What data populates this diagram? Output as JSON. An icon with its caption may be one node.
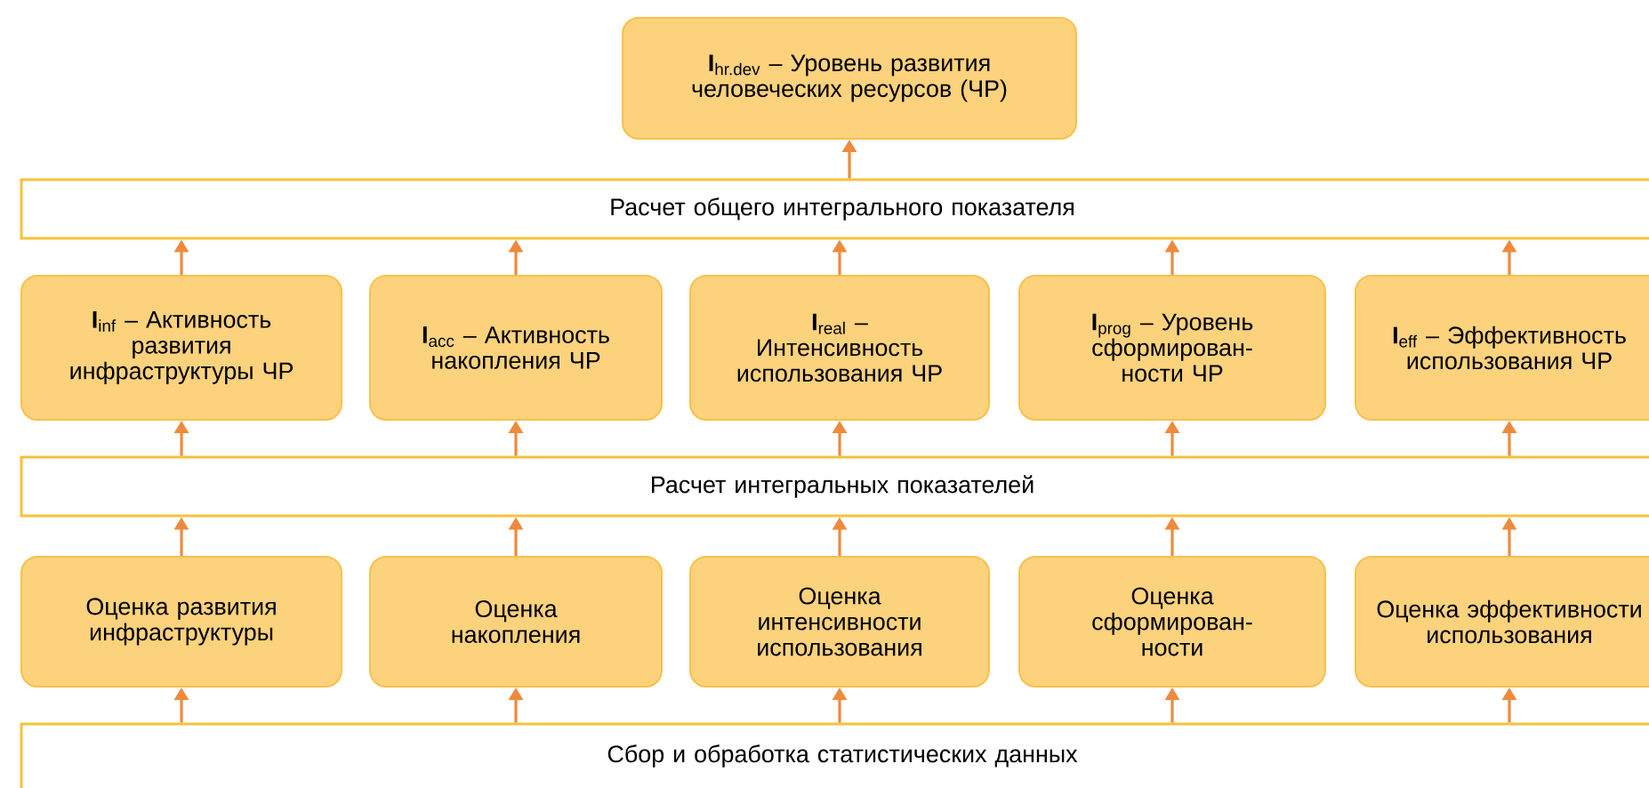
{
  "diagram": {
    "nodes": [
      {
        "text": [
          "**I**$_{hr.dev}$ – Уровень развития человеческих ресурсов (ЧР)"
        ]
      },
      {
        "text": [
          "Расчет общего интегрального показателя"
        ]
      },
      {
        "text": [
          "**I**$_{inf}$ – Активность развития инфраструктуры ЧР"
        ]
      },
      {
        "text": [
          "**I**$_{acc}$ – Активность накопления ЧР"
        ]
      },
      {
        "text": [
          "**I**$_{real}$ – Интенсивность использования ЧР"
        ]
      },
      {
        "text": [
          "**I**$_{prog}$ – Уровень сформирован- ности ЧР"
        ]
      },
      {
        "text": [
          "**I**$_{eff}$ – Эффективность использования ЧР"
        ]
      },
      {
        "text": [
          "Расчет интегральных показателей"
        ]
      },
      {
        "text": [
          "Оценка развития инфраструктуры"
        ]
      },
      {
        "text": [
          "Оценка накопления"
        ]
      },
      {
        "text": [
          "Оценка интенсивности использования"
        ]
      },
      {
        "text": [
          "Оценка сформирован- ности"
        ]
      },
      {
        "text": [
          "Оценка эффективности использования"
        ]
      },
      {
        "text": [
          "Сбор и обработка статистических данных"
        ]
      }
    ],
    "edges": [
      {
        "from": 1,
        "to": 0,
        "arrow": "to"
      },
      {
        "from": 2,
        "to": 1,
        "arrow": "to"
      },
      {
        "from": 3,
        "to": 1,
        "arrow": "to"
      },
      {
        "from": 4,
        "to": 1,
        "arrow": "to"
      },
      {
        "from": 5,
        "to": 1,
        "arrow": "to"
      },
      {
        "from": 6,
        "to": 1,
        "arrow": "to"
      },
      {
        "from": 7,
        "to": 2,
        "arrow": "to"
      },
      {
        "from": 7,
        "to": 3,
        "arrow": "to"
      },
      {
        "from": 7,
        "to": 4,
        "arrow": "to"
      },
      {
        "from": 7,
        "to": 5,
        "arrow": "to"
      },
      {
        "from": 7,
        "to": 6,
        "arrow": "to"
      },
      {
        "from": 8,
        "to": 7,
        "arrow": "to"
      },
      {
        "from": 9,
        "to": 7,
        "arrow": "to"
      },
      {
        "from": 10,
        "to": 7,
        "arrow": "to"
      },
      {
        "from": 11,
        "to": 7,
        "arrow": "to"
      },
      {
        "from": 12,
        "to": 7,
        "arrow": "to"
      },
      {
        "from": 13,
        "to": 8,
        "arrow": "to"
      },
      {
        "from": 13,
        "to": 9,
        "arrow": "to"
      },
      {
        "from": 13,
        "to": 10,
        "arrow": "to"
      },
      {
        "from": 13,
        "to": 11,
        "arrow": "to"
      },
      {
        "from": 13,
        "to": 12,
        "arrow": "to"
      }
    ]
  }
}
